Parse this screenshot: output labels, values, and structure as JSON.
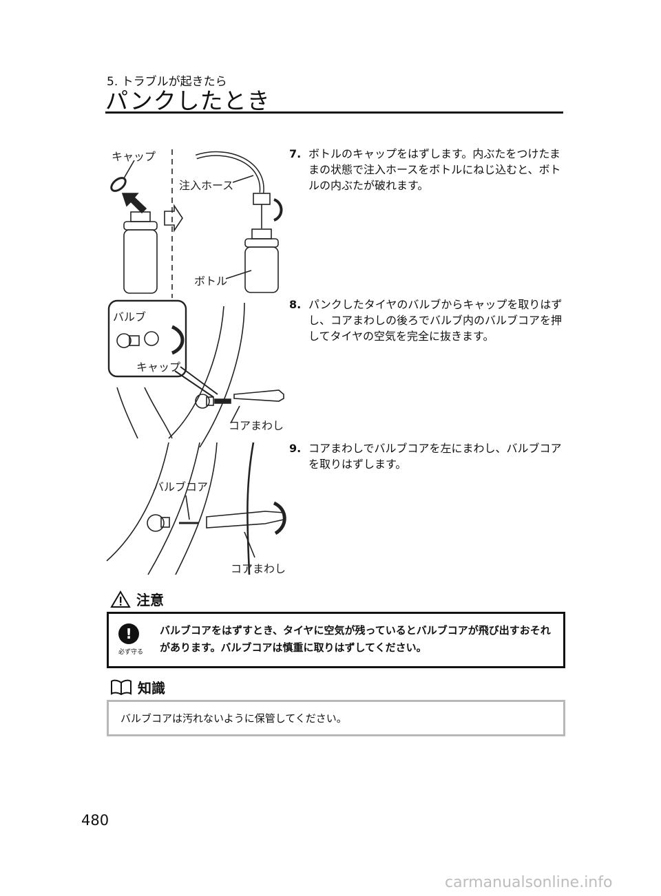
{
  "header": {
    "section": "5. トラブルが起きたら",
    "title": "パンクしたとき"
  },
  "illustration": {
    "cap_label": "キャップ",
    "hose_label": "注入ホース",
    "bottle_label": "ボトル",
    "valve_label": "バルブ",
    "valve_cap_label": "キャップ",
    "core_tool_label_1": "コアまわし",
    "valve_core_label": "バルブコア",
    "core_tool_label_2": "コアまわし"
  },
  "steps": [
    {
      "num": "7.",
      "text": "ボトルのキャップをはずします。内ぶたをつけたままの状態で注入ホースをボトルにねじ込むと、ボトルの内ぶたが破れます。"
    },
    {
      "num": "8.",
      "text": "パンクしたタイヤのバルブからキャップを取りはずし、コアまわしの後ろでバルブ内のバルブコアを押してタイヤの空気を完全に抜きます。"
    },
    {
      "num": "9.",
      "text": "コアまわしでバルブコアを左にまわし、バルブコアを取りはずします。"
    }
  ],
  "caution": {
    "heading": "注意",
    "icon_symbol": "!",
    "icon_caption": "必ず守る",
    "text": "バルブコアをはずすとき、タイヤに空気が残っているとバルブコアが飛び出すおそれがあります。バルブコアは慎重に取りはずしてください。"
  },
  "knowledge": {
    "heading": "知識",
    "text": "バルブコアは汚れないように保管してください。"
  },
  "footer": {
    "page_number": "480",
    "watermark": "carmanualsonline.info"
  }
}
